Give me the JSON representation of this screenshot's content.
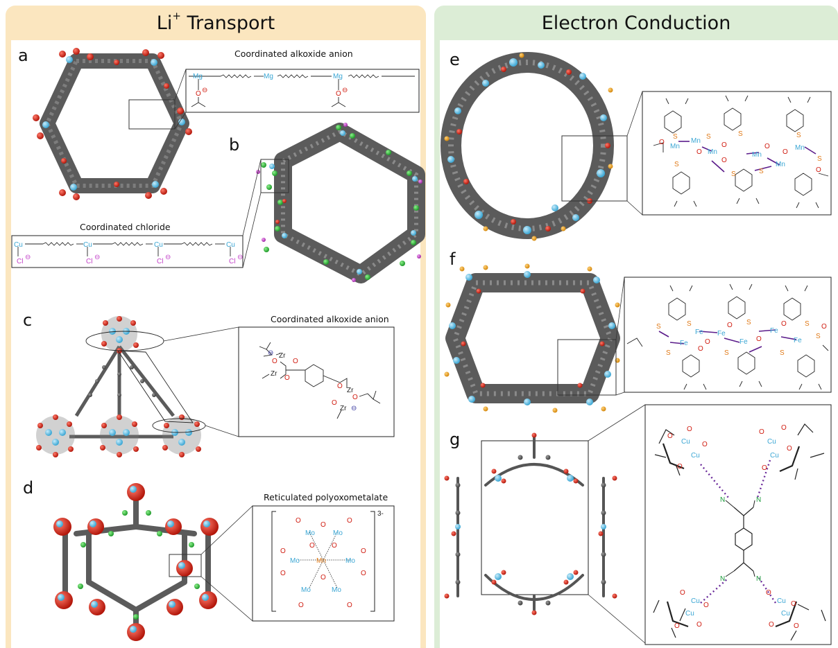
{
  "columns": {
    "left": {
      "title_main": "Li",
      "title_sup": "+",
      "title_rest": " Transport"
    },
    "right": {
      "title": "Electron Conduction"
    }
  },
  "panels": {
    "a": {
      "label": "a",
      "caption": "Coordinated alkoxide anion"
    },
    "b": {
      "label": "b",
      "caption": "Coordinated chloride"
    },
    "c": {
      "label": "c",
      "caption": "Coordinated alkoxide anion"
    },
    "d": {
      "label": "d",
      "caption": "Reticulated polyoxometalate",
      "charge": "3-"
    },
    "e": {
      "label": "e"
    },
    "f": {
      "label": "f"
    },
    "g": {
      "label": "g"
    }
  },
  "atoms": {
    "mg": "Mg",
    "cu": "Cu",
    "cl": "Cl",
    "o": "O",
    "zr": "Zr",
    "mo": "Mo",
    "mn": "Mn",
    "fe": "Fe",
    "s": "S",
    "n": "N",
    "minus": "⊖"
  },
  "colors": {
    "left_header": "#fbe6bf",
    "right_header": "#dcedd6",
    "carbon": "#5b5b5b",
    "oxygen": "#e0291b",
    "metal": "#6ec6ec",
    "chlorine": "#c23fc8",
    "nitrogen": "#1a9a3a",
    "sulfur": "#f2a31b",
    "green_atom": "#3cc24a"
  }
}
